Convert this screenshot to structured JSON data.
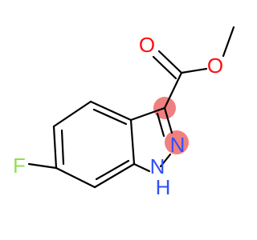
{
  "molecule": {
    "atoms": {
      "carbonyl_oxygen": "O",
      "ester_oxygen": "O",
      "ring_nitrogen": "N",
      "nh_nitrogen": "N",
      "nh_hydrogen": "H",
      "fluorine": "F"
    },
    "colors": {
      "bond": "#000000",
      "oxygen": "#ff0d0d",
      "nitrogen": "#3050f8",
      "fluorine": "#90e050",
      "highlight": "#f08080"
    }
  }
}
